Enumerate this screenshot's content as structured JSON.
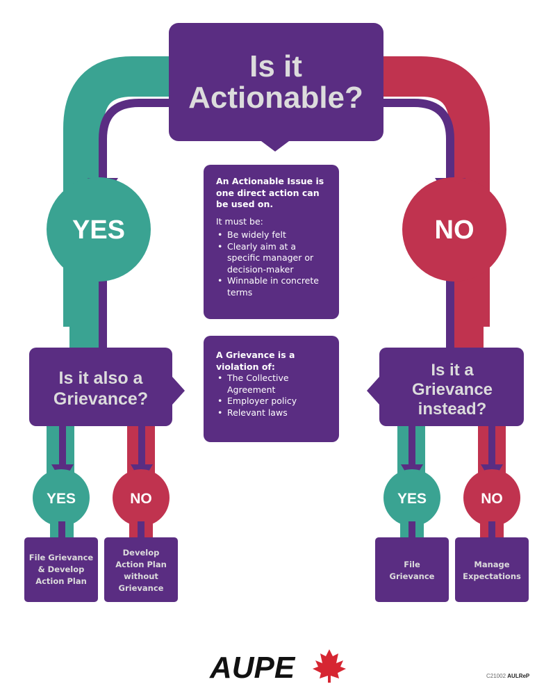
{
  "title": [
    "Is it",
    "Actionable?"
  ],
  "yes_label": "YES",
  "no_label": "NO",
  "left_question": [
    "Is it also a",
    "Grievance?"
  ],
  "right_question": [
    "Is it a",
    "Grievance",
    "instead?"
  ],
  "outcomes": {
    "file_and_develop": [
      "File Grievance",
      "& Develop",
      "Action Plan"
    ],
    "develop_without": [
      "Develop",
      "Action Plan",
      "without",
      "Grievance"
    ],
    "file_grievance": [
      "File",
      "Grievance"
    ],
    "manage_expectations": [
      "Manage",
      "Expectations"
    ]
  },
  "actionable_info": {
    "lead": "An Actionable Issue is one direct action can be used on.",
    "intro": "It must be:",
    "items": [
      "Be widely felt",
      "Clearly aim at a specific manager or decision-maker",
      "Winnable in concrete terms"
    ]
  },
  "grievance_info": {
    "lead": "A Grievance is a violation of:",
    "items": [
      "The Collective Agreement",
      "Employer policy",
      "Relevant laws"
    ]
  },
  "logo_text": "AUPE",
  "doc_code": "C21002",
  "union_bug": "AULReP",
  "colors": {
    "purple": "#5a2d82",
    "teal": "#3aa392",
    "red": "#c0334f",
    "light_text": "#dcdcdc"
  }
}
